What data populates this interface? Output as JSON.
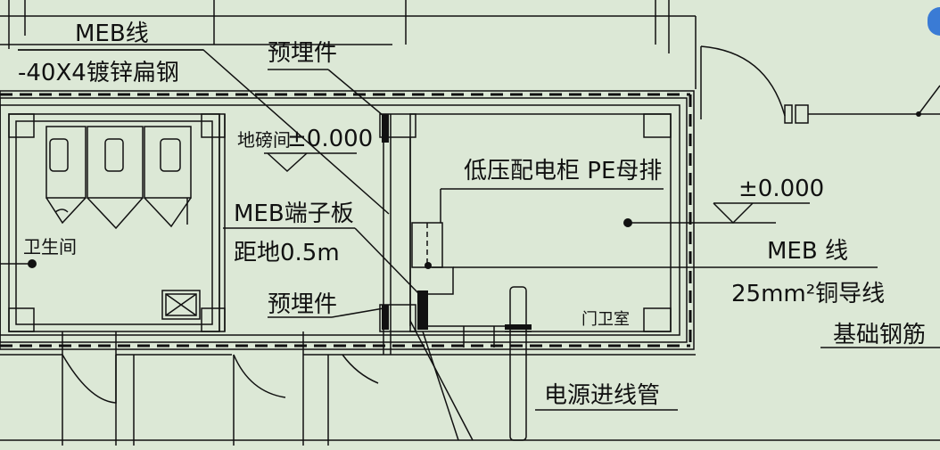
{
  "diagram": {
    "title": "",
    "labels": {
      "meb_line_top": "MEB线",
      "flat_steel": "-40X4镀锌扁钢",
      "embedded_top": "预埋件",
      "floor_tile_room": "地磅间",
      "level_left": "±0.000",
      "pe_busbar": "低压配电柜 PE母排",
      "level_right": "±0.000",
      "meb_terminal": "MEB端子板",
      "height_above_floor": "距地0.5m",
      "meb_line_right": "MEB 线",
      "copper_wire": "25mm²铜导线",
      "embedded_bottom": "预埋件",
      "guard_room": "门卫室",
      "foundation_rebar": "基础钢筋",
      "toilet": "卫生间",
      "power_conduit": "电源进线管"
    }
  },
  "colors": {
    "background": "#dce8d6",
    "line": "#111111"
  }
}
